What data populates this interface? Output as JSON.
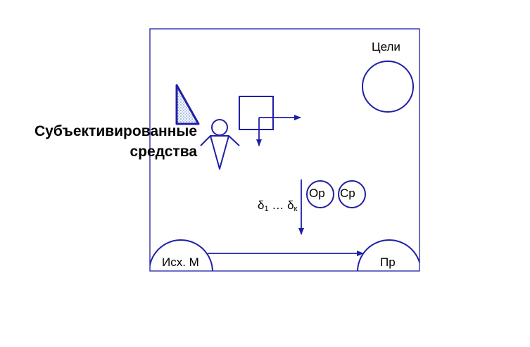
{
  "diagram": {
    "colors": {
      "stroke": "#1f1fa6",
      "hatch": "#8aa8dc",
      "text": "#000000",
      "background": "#ffffff"
    },
    "labels": {
      "goals": "Цели",
      "subjective_means_line1": "Субъективированные",
      "subjective_means_line2": "средства",
      "op": "Ор",
      "cp": "Ср",
      "delta_symbol": "δ",
      "delta_first_sub": "1",
      "ellipsis": "…",
      "delta_last_sub": "к",
      "initial_m": "Исх. М",
      "pr": "Пр"
    },
    "icons": {
      "triangle": "hatched-triangle-icon",
      "person": "person-figure-icon",
      "square": "square-with-arrows-icon"
    }
  }
}
